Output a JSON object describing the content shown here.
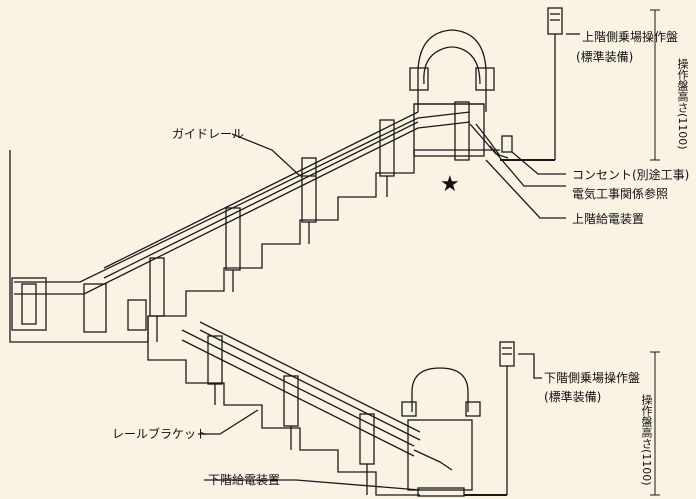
{
  "labels": {
    "guide_rail": "ガイドレール",
    "upper_panel": "上階側乗場操作盤",
    "upper_panel_std": "(標準装備)",
    "upper_panel_height": "操作盤高さ(1100)",
    "outlet": "コンセント(別途工事)",
    "electrical_ref": "電気工事関係参照",
    "upper_power": "上階給電装置",
    "lower_panel": "下階側乗場操作盤",
    "lower_panel_std": "(標準装備)",
    "lower_panel_height": "操作盤高さ(1100)",
    "rail_bracket": "レールブラケット",
    "lower_power": "下階給電装置",
    "star": "★"
  },
  "colors": {
    "background": "#faf3e4",
    "line": "#1a1a1a"
  }
}
